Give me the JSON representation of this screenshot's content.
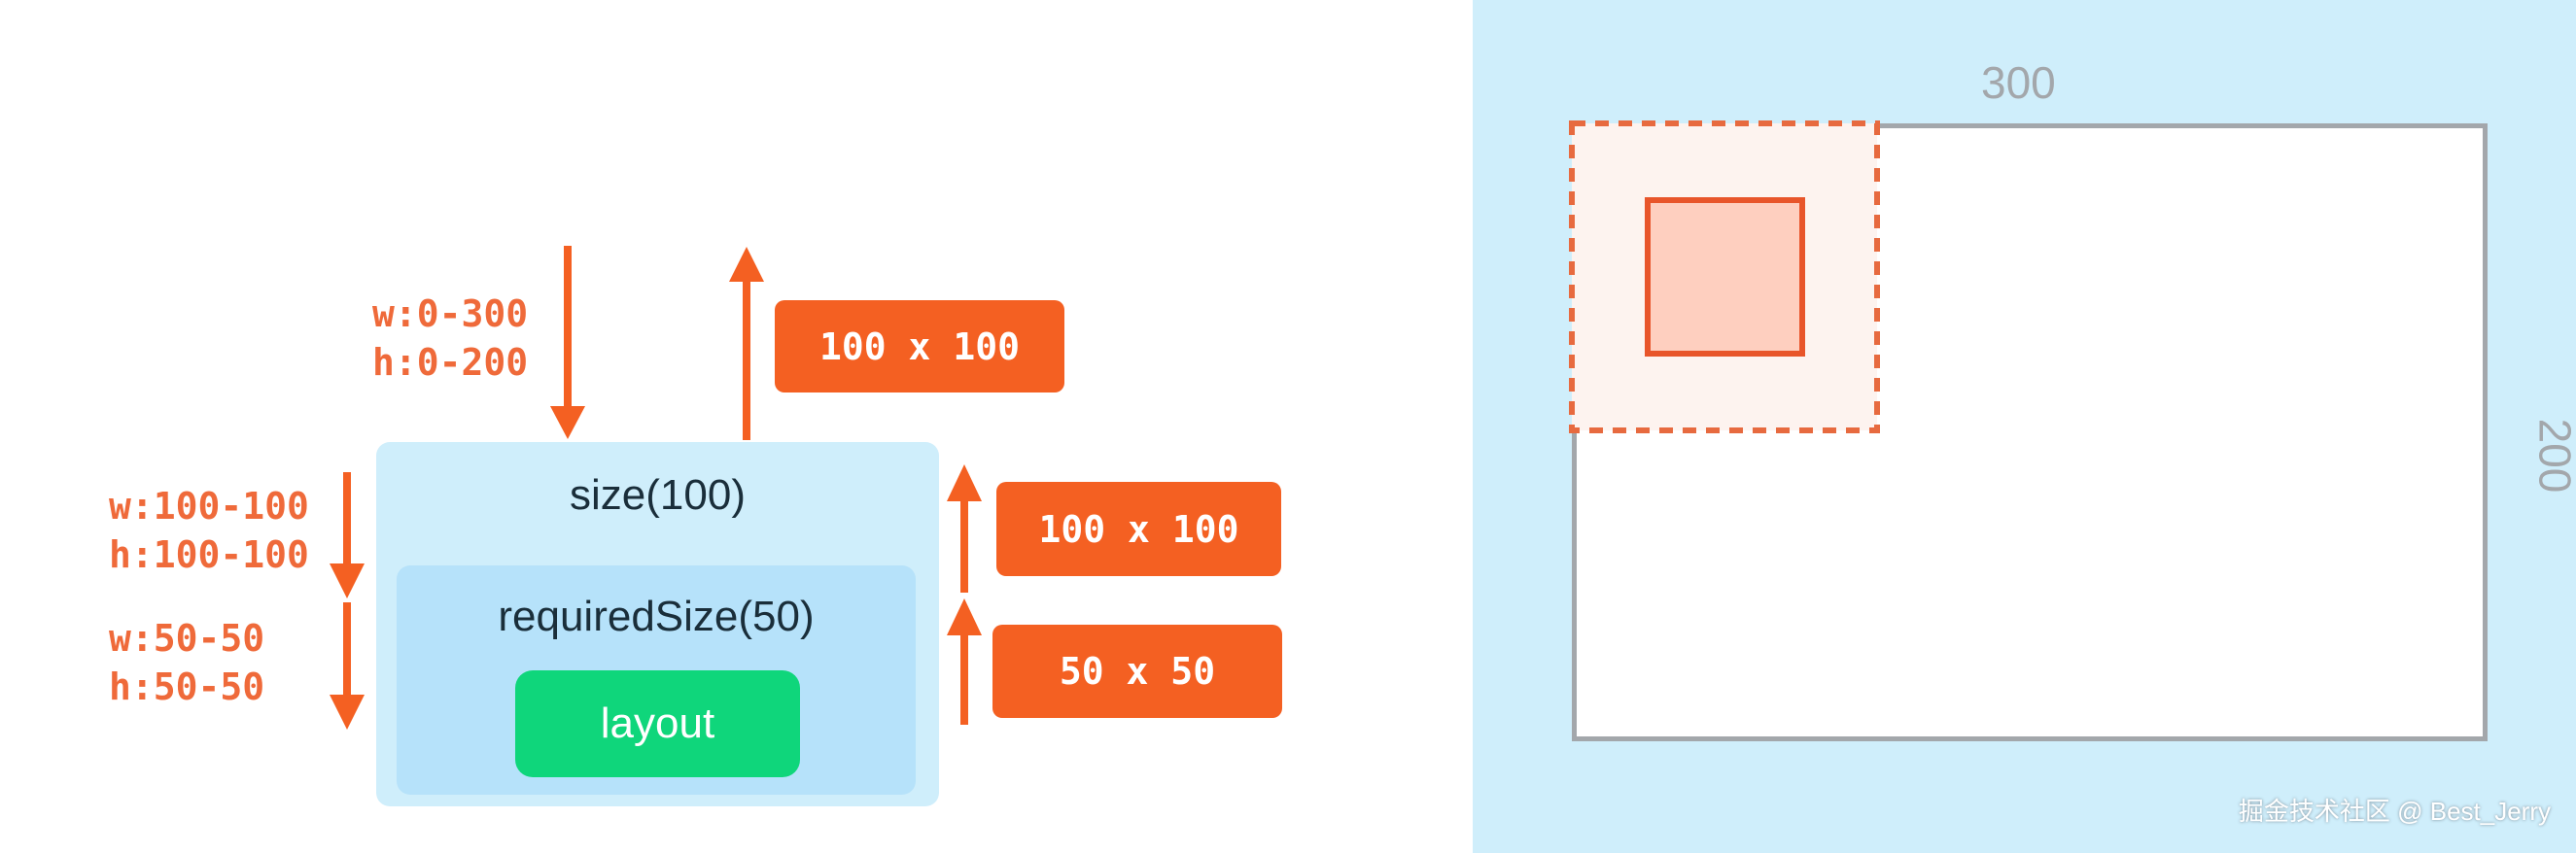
{
  "diagram": {
    "outer_constraint": {
      "line1": "w:0-300",
      "line2": "h:0-200"
    },
    "outer_result": "100 x 100",
    "size_constraint": {
      "line1": "w:100-100",
      "line2": "h:100-100"
    },
    "size_result": "100 x 100",
    "required_constraint": {
      "line1": "w:50-50",
      "line2": "h:50-50"
    },
    "required_result": "50 x 50",
    "size_modifier": "size(100)",
    "required_modifier": "requiredSize(50)",
    "layout_label": "layout"
  },
  "canvas": {
    "width_label": "300",
    "height_label": "200"
  },
  "colors": {
    "accent_orange": "#f46022",
    "text_orange": "#ef6a3a",
    "light_blue": "#cfeefb",
    "mid_blue": "#b6e2fa",
    "green": "#0fd67b",
    "gray": "#a3a7ab"
  },
  "watermark": "掘金技术社区 @ Best_Jerry"
}
